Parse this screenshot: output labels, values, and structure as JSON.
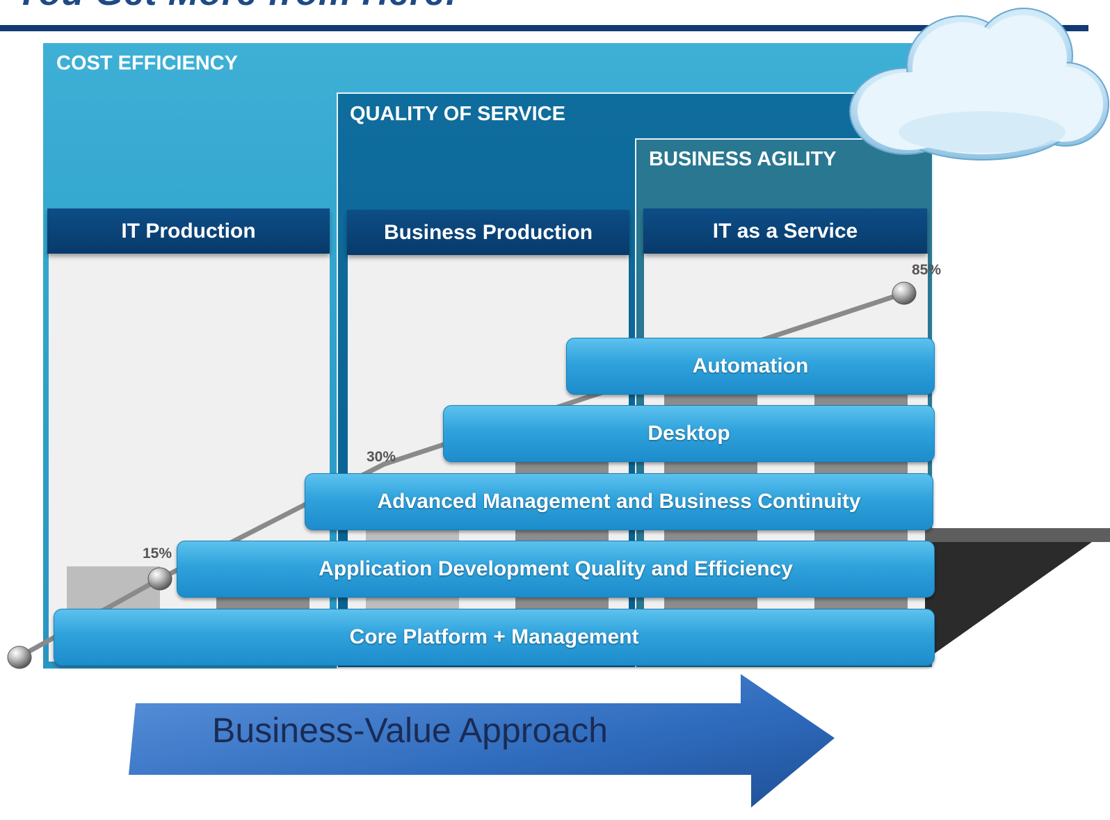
{
  "slide": {
    "title": "You Get More from Here!"
  },
  "stages": {
    "cost_efficiency": "COST EFFICIENCY",
    "quality_of_service": "QUALITY OF SERVICE",
    "business_agility": "BUSINESS AGILITY"
  },
  "columns": [
    {
      "label": "IT Production"
    },
    {
      "label": "Business Production"
    },
    {
      "label": "IT as a Service"
    }
  ],
  "bars": [
    {
      "label": "Automation"
    },
    {
      "label": "Desktop"
    },
    {
      "label": "Advanced Management and Business Continuity"
    },
    {
      "label": "Application Development Quality and Efficiency"
    },
    {
      "label": "Core Platform + Management"
    }
  ],
  "milestones": [
    {
      "label": "15%",
      "value": 15
    },
    {
      "label": "30%",
      "value": 30
    },
    {
      "label": "85%",
      "value": 85
    }
  ],
  "arrow": {
    "label": "Business-Value Approach"
  },
  "colors": {
    "cost_box": "#2c9fc9",
    "quality_box": "#0a5f8f",
    "agility_box": "#2a7791",
    "column_header": "#083a6b",
    "bar": "#2fa2dc",
    "arrow": "#2f6bbd",
    "title_rule": "#123b73"
  },
  "icons": {
    "cloud": "cloud-icon",
    "milestone": "sphere-marker-icon"
  }
}
